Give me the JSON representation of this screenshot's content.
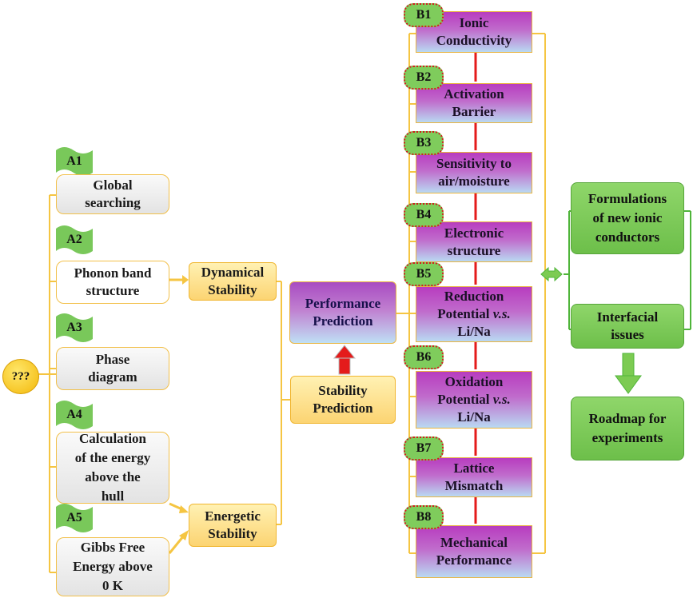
{
  "center": {
    "label": "???"
  },
  "a_items": [
    {
      "badge": "A1",
      "lines": [
        "Global",
        "searching"
      ]
    },
    {
      "badge": "A2",
      "lines": [
        "Phonon band",
        "structure"
      ]
    },
    {
      "badge": "A3",
      "lines": [
        "Phase",
        "diagram"
      ]
    },
    {
      "badge": "A4",
      "lines": [
        "Calculation",
        "of the energy",
        "above the",
        "hull"
      ]
    },
    {
      "badge": "A5",
      "lines": [
        "Gibbs Free",
        "Energy above",
        "0 K"
      ]
    }
  ],
  "stability": {
    "dynamical": [
      "Dynamical",
      "Stability"
    ],
    "energetic": [
      "Energetic",
      "Stability"
    ],
    "prediction": [
      "Stability",
      "Prediction"
    ]
  },
  "performance": {
    "lines": [
      "Performance",
      "Prediction"
    ]
  },
  "b_items": [
    {
      "badge": "B1",
      "lines": [
        "Ionic",
        "Conductivity"
      ]
    },
    {
      "badge": "B2",
      "lines": [
        "Activation",
        "Barrier"
      ]
    },
    {
      "badge": "B3",
      "lines": [
        "Sensitivity to",
        "air/moisture"
      ]
    },
    {
      "badge": "B4",
      "lines": [
        "Electronic",
        "structure"
      ]
    },
    {
      "badge": "B5",
      "lines": [
        "Reduction",
        "Potential v.s.",
        "Li/Na"
      ]
    },
    {
      "badge": "B6",
      "lines": [
        "Oxidation",
        "Potential v.s.",
        "Li/Na"
      ]
    },
    {
      "badge": "B7",
      "lines": [
        "Lattice",
        "Mismatch"
      ]
    },
    {
      "badge": "B8",
      "lines": [
        "Mechanical",
        "Performance"
      ]
    }
  ],
  "outcomes": {
    "formulations": [
      "Formulations",
      "of new ionic",
      "conductors"
    ],
    "interfacial": [
      "Interfacial",
      "issues"
    ],
    "roadmap": [
      "Roadmap for",
      "experiments"
    ]
  },
  "colors": {
    "connector": "#f5c542",
    "red_link": "#e41b1b",
    "green_link": "#4fb53a",
    "badge_green": "#79c85a",
    "badge_border": "#d21d1d"
  }
}
